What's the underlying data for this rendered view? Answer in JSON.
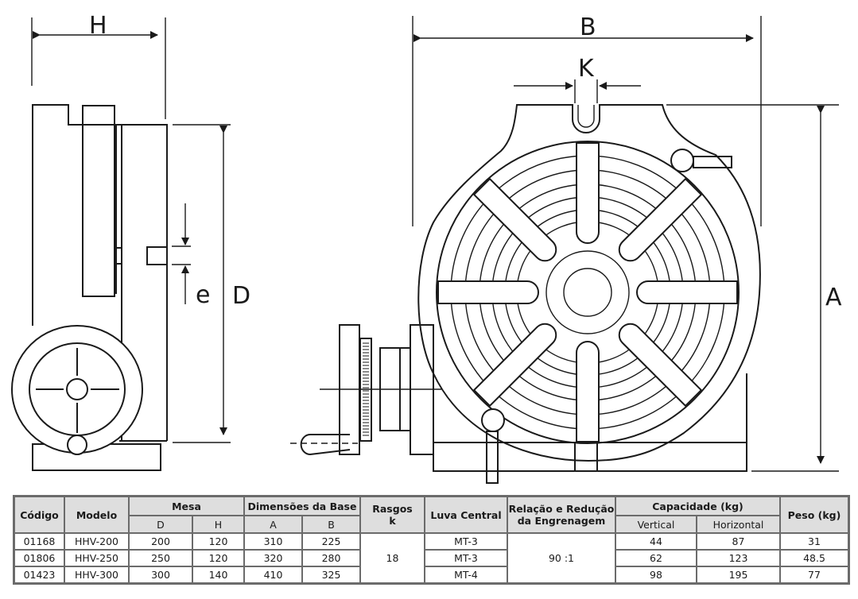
{
  "diagram": {
    "labels": {
      "H": "H",
      "D": "D",
      "e": "e",
      "B": "B",
      "K": "K",
      "A": "A"
    },
    "views": [
      "side-view",
      "front-view"
    ]
  },
  "table": {
    "headers": {
      "codigo": "Código",
      "modelo": "Modelo",
      "mesa": "Mesa",
      "mesa_d": "D",
      "mesa_h": "H",
      "base": "Dimensões da Base",
      "base_a": "A",
      "base_b": "B",
      "rasgos_line1": "Rasgos",
      "rasgos_line2": "k",
      "luva": "Luva Central",
      "relacao_line1": "Relação e Redução",
      "relacao_line2": "da Engrenagem",
      "capacidade": "Capacidade (kg)",
      "cap_vertical": "Vertical",
      "cap_horizontal": "Horizontal",
      "peso": "Peso (kg)"
    },
    "rasgos_k": "18",
    "relacao": "90 :1",
    "rows": [
      {
        "codigo": "01168",
        "modelo": "HHV-200",
        "d": "200",
        "h": "120",
        "a": "310",
        "b": "225",
        "luva": "MT-3",
        "vertical": "44",
        "horizontal": "87",
        "peso": "31"
      },
      {
        "codigo": "01806",
        "modelo": "HHV-250",
        "d": "250",
        "h": "120",
        "a": "320",
        "b": "280",
        "luva": "MT-3",
        "vertical": "62",
        "horizontal": "123",
        "peso": "48.5"
      },
      {
        "codigo": "01423",
        "modelo": "HHV-300",
        "d": "300",
        "h": "140",
        "a": "410",
        "b": "325",
        "luva": "MT-4",
        "vertical": "98",
        "horizontal": "195",
        "peso": "77"
      }
    ]
  }
}
